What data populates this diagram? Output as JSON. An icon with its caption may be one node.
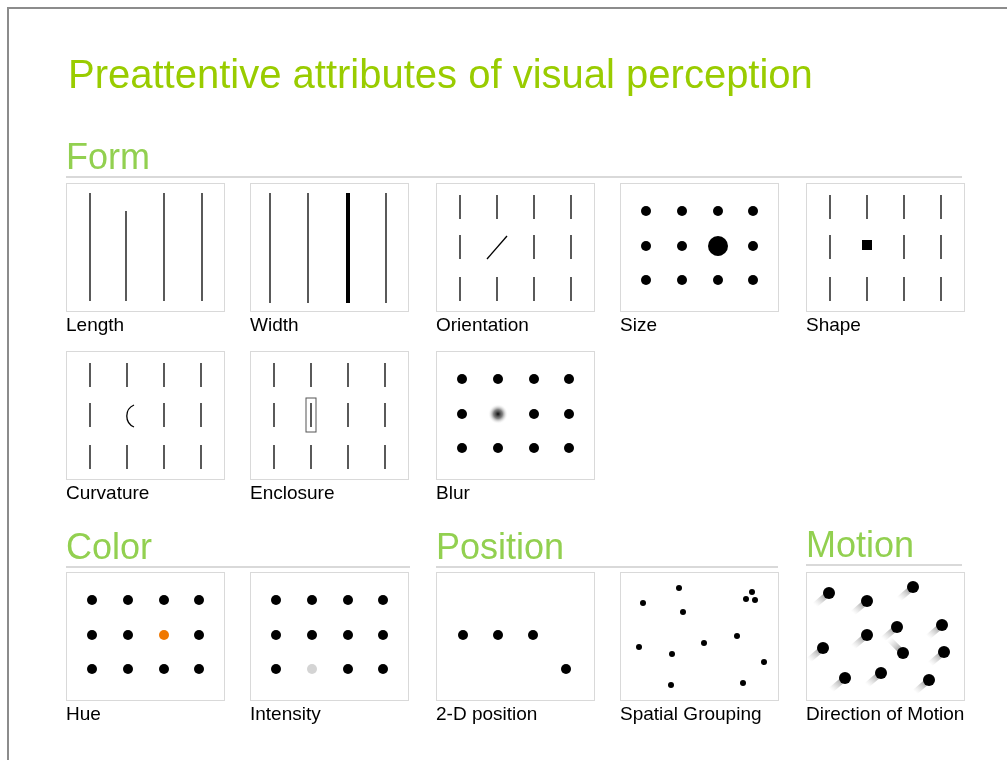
{
  "diagram": {
    "title": "Preattentive attributes of visual perception",
    "nodes": [
      {
        "text": [
          "Length"
        ]
      },
      {
        "text": [
          "Width"
        ]
      },
      {
        "text": [
          "Orientation"
        ]
      },
      {
        "text": [
          "Size"
        ]
      },
      {
        "text": [
          "Shape"
        ]
      },
      {
        "text": [
          "Curvature"
        ]
      },
      {
        "text": [
          "Enclosure"
        ]
      },
      {
        "text": [
          "Blur"
        ]
      },
      {
        "text": [
          "Hue"
        ]
      },
      {
        "text": [
          "Intensity"
        ]
      },
      {
        "text": [
          "2-D position"
        ]
      },
      {
        "text": [
          "Spatial Grouping"
        ]
      },
      {
        "text": [
          "Direction of Motion"
        ]
      }
    ],
    "labels": [
      "Form",
      "Color",
      "Position",
      "Motion"
    ]
  }
}
